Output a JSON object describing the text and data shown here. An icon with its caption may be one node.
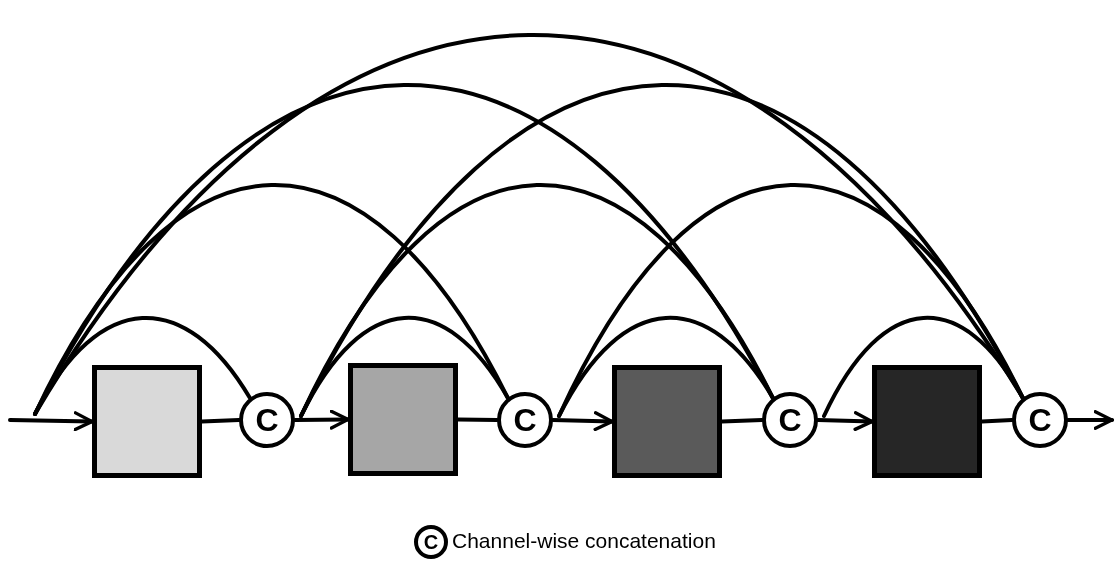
{
  "diagram": {
    "nodes": [
      {
        "text": [],
        "shape": "box"
      },
      {
        "text": [
          "C"
        ]
      },
      {
        "text": [],
        "shape": "box"
      },
      {
        "text": [
          "C"
        ]
      },
      {
        "text": [],
        "shape": "box"
      },
      {
        "text": [
          "C"
        ]
      },
      {
        "text": [],
        "shape": "box"
      },
      {
        "text": [
          "C"
        ]
      },
      {
        "text": [
          "C"
        ],
        "beside": [
          "Channel-wise concatenation"
        ]
      }
    ],
    "edges": [
      {
        "from": null,
        "to": 0,
        "arrow": "to"
      },
      {
        "from": 0,
        "to": 1,
        "arrow": "none"
      },
      {
        "from": 1,
        "to": 2,
        "arrow": "to"
      },
      {
        "from": 2,
        "to": 3,
        "arrow": "none"
      },
      {
        "from": 3,
        "to": 4,
        "arrow": "to"
      },
      {
        "from": 4,
        "to": 5,
        "arrow": "none"
      },
      {
        "from": 5,
        "to": 6,
        "arrow": "to"
      },
      {
        "from": 6,
        "to": 7,
        "arrow": "none"
      },
      {
        "from": 7,
        "to": null,
        "arrow": "to"
      },
      {
        "from": null,
        "to": 1,
        "arrow": "none"
      },
      {
        "from": null,
        "to": 3,
        "arrow": "none"
      },
      {
        "from": null,
        "to": 5,
        "arrow": "none"
      },
      {
        "from": null,
        "to": 7,
        "arrow": "none"
      },
      {
        "from": 1,
        "to": 3,
        "arrow": "none"
      },
      {
        "from": 1,
        "to": 5,
        "arrow": "none"
      },
      {
        "from": 1,
        "to": 7,
        "arrow": "none"
      },
      {
        "from": 3,
        "to": 5,
        "arrow": "none"
      },
      {
        "from": 3,
        "to": 7,
        "arrow": "none"
      },
      {
        "from": 5,
        "to": 7,
        "arrow": "none"
      }
    ]
  }
}
